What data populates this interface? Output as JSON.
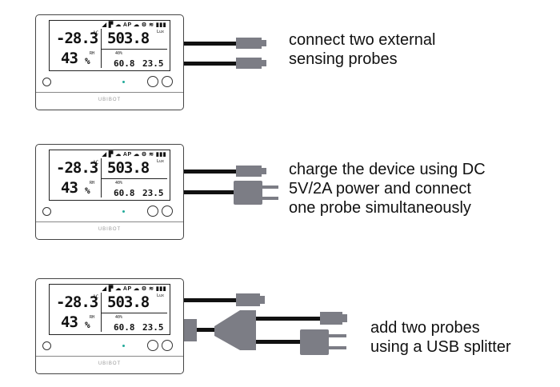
{
  "title_partial": "...",
  "device": {
    "brand": "UBIBOT",
    "status_icons": "◢ ▛ ☁ AP ☁ ⚙ ≋ ▮▮▮",
    "readings": {
      "temp": "-28.3",
      "temp_unit": "°C",
      "humidity": "43",
      "humidity_unit": "%",
      "humidity_label": "RH",
      "light": "503.8",
      "light_unit": "Lux",
      "usage": "40%",
      "probe1": "60.8",
      "probe2": "23.5"
    }
  },
  "scenes": [
    {
      "caption_lines": [
        "connect two external",
        "sensing probes"
      ]
    },
    {
      "caption_lines": [
        "charge the device using DC",
        "5V/2A power and connect",
        "one probe simultaneously"
      ]
    },
    {
      "caption_lines": [
        "add two probes",
        "using a USB splitter"
      ]
    }
  ]
}
